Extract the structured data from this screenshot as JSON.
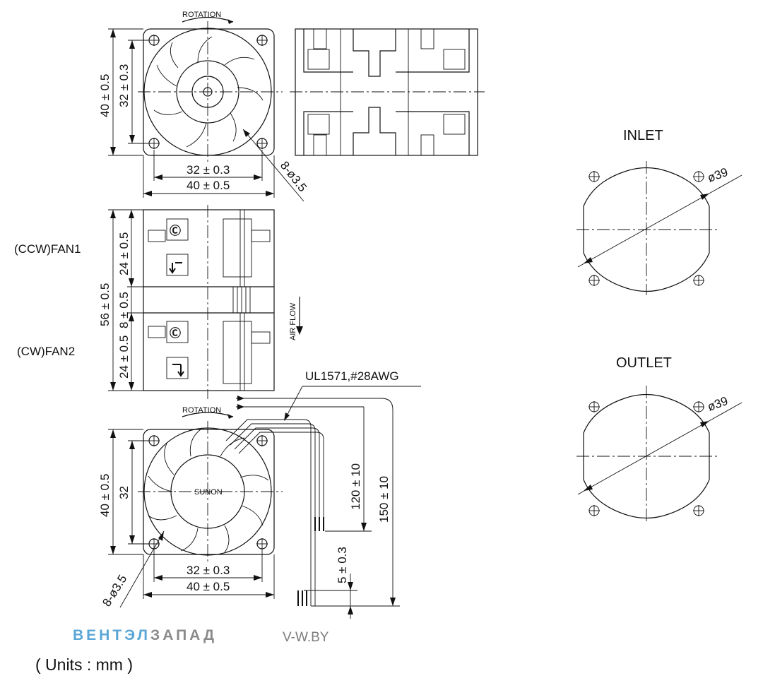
{
  "labels": {
    "rotation_top": "ROTATION",
    "rotation_bottom": "ROTATION",
    "fan1": "(CCW)FAN1",
    "fan2": "(CW)FAN2",
    "air_flow": "AIR FLOW",
    "cable": "UL1571,#28AWG",
    "inlet": "INLET",
    "outlet": "OUTLET",
    "logo": "SUNON"
  },
  "dims": {
    "top_outer_h": "40 ± 0.5",
    "top_inner_h": "32 ± 0.3",
    "top_inner_w": "32 ± 0.3",
    "top_outer_w": "40 ± 0.5",
    "top_holes": "8-ø3.5",
    "side_total": "56 ± 0.5",
    "side_fan1": "24 ± 0.5",
    "side_gap": "8 ± 0.5",
    "side_fan2": "24 ± 0.5",
    "bot_outer_h": "40 ± 0.5",
    "bot_inner_h": "32",
    "bot_inner_w": "32 ± 0.3",
    "bot_outer_w": "40 ± 0.5",
    "bot_holes": "8-ø3.5",
    "lead_120": "120 ± 10",
    "lead_150": "150 ± 10",
    "strip": "5 ± 0.3",
    "inlet_dia": "ø39",
    "outlet_dia": "ø39"
  },
  "watermark": {
    "brand_part1": "ВЕНТЭЛ",
    "brand_part2": "ЗАПАД",
    "site": "V-W.BY"
  },
  "footer": {
    "units": "( Units : mm )"
  }
}
